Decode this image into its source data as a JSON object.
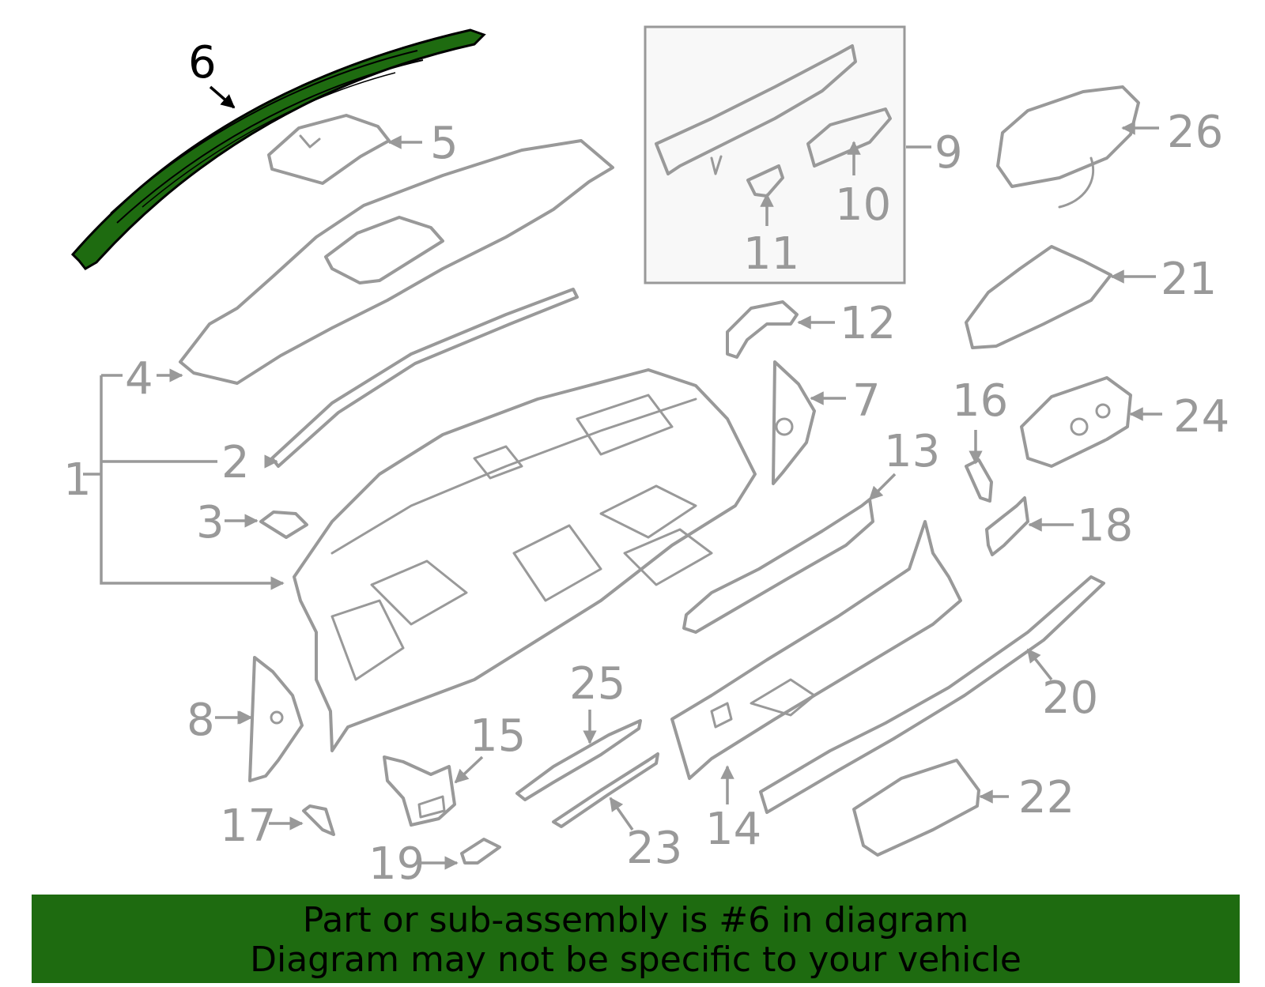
{
  "highlight_color": "#1e6b10",
  "line_color": "#999999",
  "highlighted_part": "6",
  "callouts": {
    "c1": "1",
    "c2": "2",
    "c3": "3",
    "c4": "4",
    "c5": "5",
    "c6": "6",
    "c7": "7",
    "c8": "8",
    "c9": "9",
    "c10": "10",
    "c11": "11",
    "c12": "12",
    "c13": "13",
    "c14": "14",
    "c15": "15",
    "c16": "16",
    "c17": "17",
    "c18": "18",
    "c19": "19",
    "c20": "20",
    "c21": "21",
    "c22": "22",
    "c23": "23",
    "c24": "24",
    "c25": "25",
    "c26": "26"
  },
  "banner": {
    "line1": "Part or sub-assembly is #6 in diagram",
    "line2": "Diagram may not be specific to your vehicle"
  }
}
